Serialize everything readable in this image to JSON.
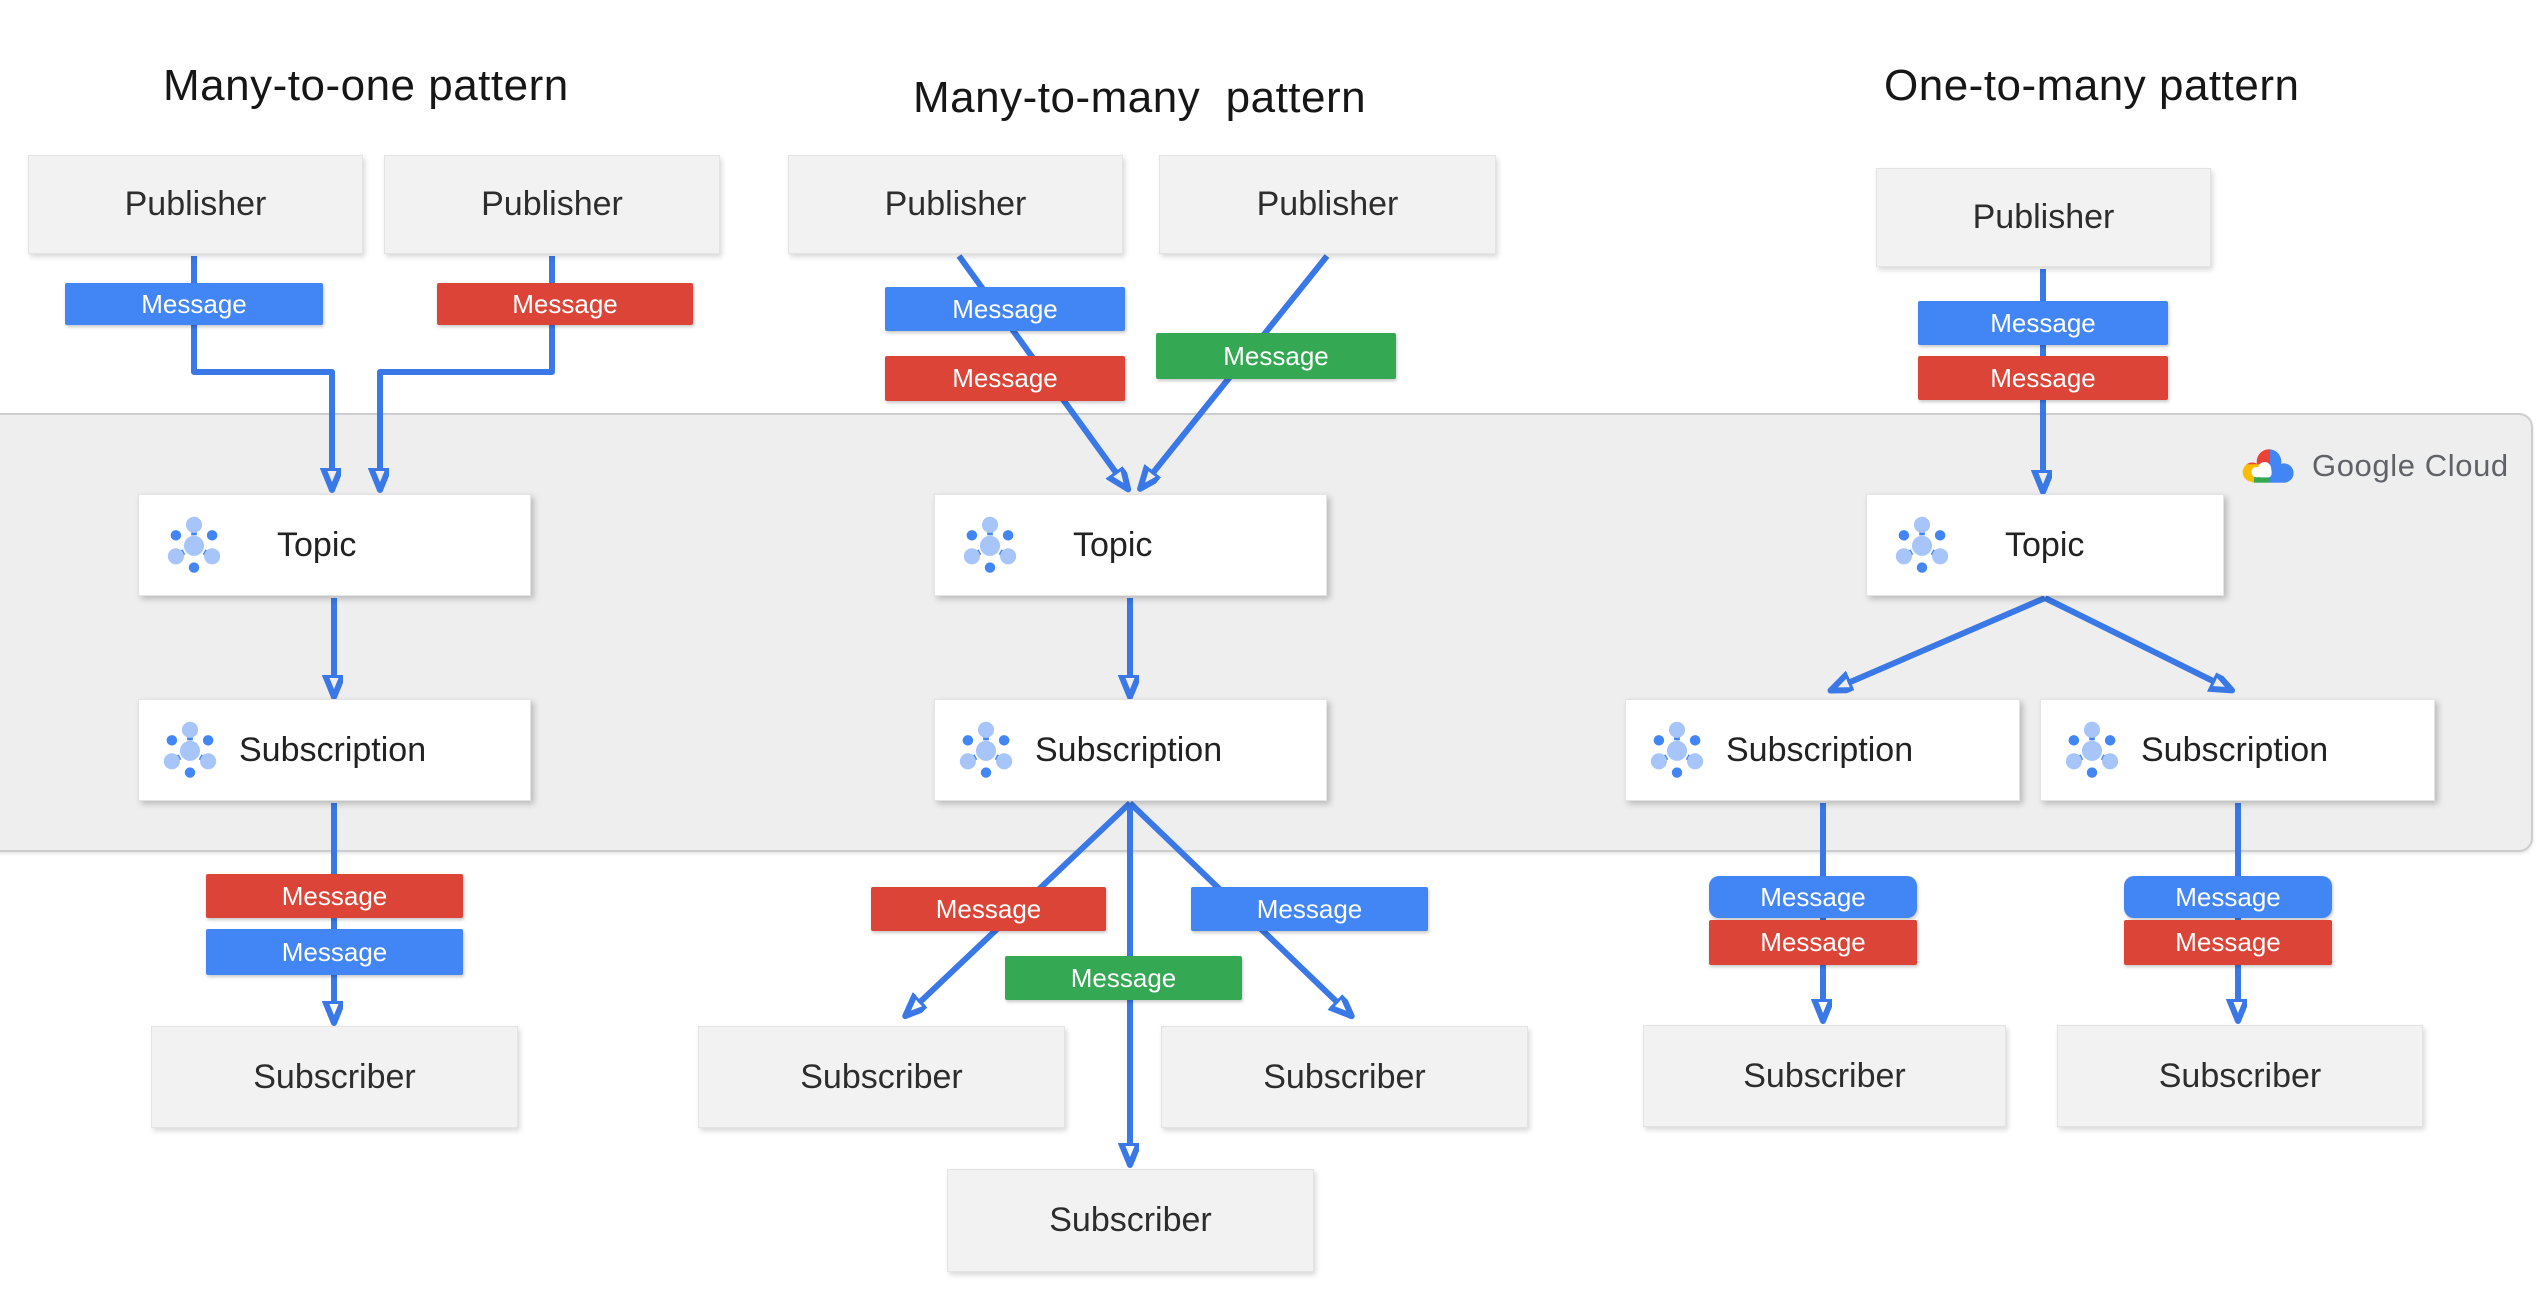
{
  "patterns": [
    {
      "title": "Many-to-one pattern"
    },
    {
      "title": "Many-to-many  pattern"
    },
    {
      "title": "One-to-many pattern"
    }
  ],
  "labels": {
    "publisher": "Publisher",
    "topic": "Topic",
    "subscription": "Subscription",
    "subscriber": "Subscriber",
    "message": "Message"
  },
  "logo": {
    "brand": "Google Cloud"
  },
  "icons": {
    "topic_subscription": "pubsub-hub-icon",
    "logo_mark": "google-cloud-icon"
  },
  "colors": {
    "message_blue": "#4285f4",
    "message_red": "#db4437",
    "message_green": "#34a853",
    "connector_blue": "#3a78e8",
    "band_background": "#eeeeee",
    "node_box_gray": "#f2f2f2",
    "node_box_white": "#ffffff",
    "logo_text_gray": "#5f6368",
    "icon_light_blue": "#a7c5f9",
    "icon_dark_blue": "#4285f4"
  }
}
